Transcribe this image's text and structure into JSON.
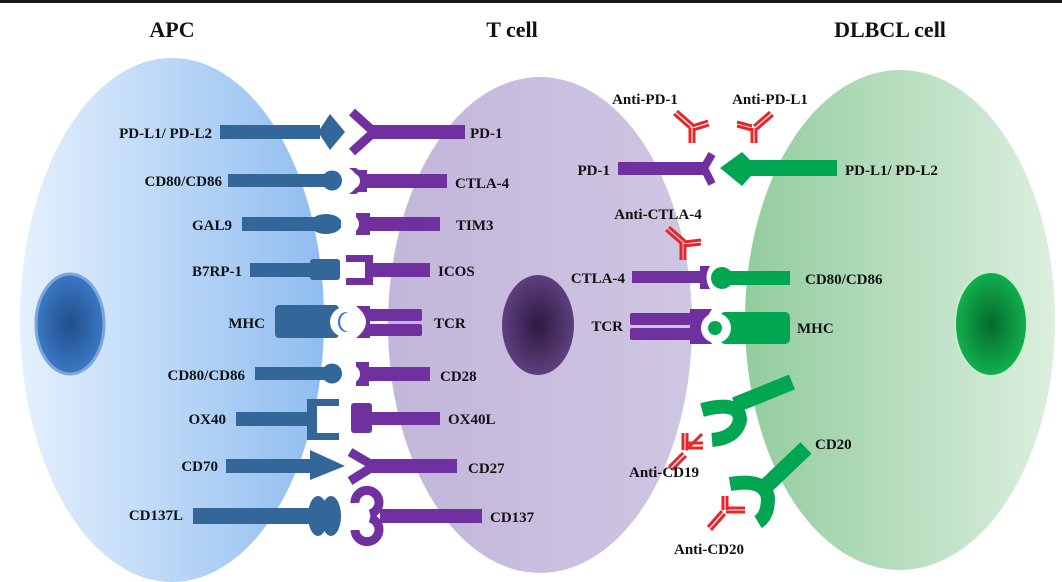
{
  "colors": {
    "apc_ligand": "#336699",
    "tcell_receptor": "#7030a0",
    "dlbcl_ligand": "#00a651",
    "antibody": "#e8262a",
    "apc_cell": "#a9cdf5",
    "tcell_cell": "#c7bcdc",
    "dlbcl_cell": "#a8d8b0"
  },
  "cells": {
    "apc": {
      "title": "APC"
    },
    "tcell": {
      "title": "T cell"
    },
    "dlbcl": {
      "title": "DLBCL cell"
    }
  },
  "apc_tcell_pairs": [
    {
      "ligand": "PD-L1/ PD-L2",
      "receptor": "PD-1",
      "ligand_shape": "diamond",
      "receptor_shape": "fork"
    },
    {
      "ligand": "CD80/CD86",
      "receptor": "CTLA-4",
      "ligand_shape": "knob",
      "receptor_shape": "cup"
    },
    {
      "ligand": "GAL9",
      "receptor": "TIM3",
      "ligand_shape": "knob-oval",
      "receptor_shape": "cup"
    },
    {
      "ligand": "B7RP-1",
      "receptor": "ICOS",
      "ligand_shape": "block",
      "receptor_shape": "bracket"
    },
    {
      "ligand": "MHC",
      "receptor": "TCR",
      "ligand_shape": "mhc",
      "receptor_shape": "tcr"
    },
    {
      "ligand": "CD80/CD86",
      "receptor": "CD28",
      "ligand_shape": "knob",
      "receptor_shape": "cup"
    },
    {
      "ligand": "OX40",
      "receptor": "OX40L",
      "ligand_shape": "bracket",
      "receptor_shape": "block"
    },
    {
      "ligand": "CD70",
      "receptor": "CD27",
      "ligand_shape": "arrow",
      "receptor_shape": "v"
    },
    {
      "ligand": "CD137L",
      "receptor": "CD137",
      "ligand_shape": "double-knob",
      "receptor_shape": "double-cup"
    }
  ],
  "tcell_dlbcl_pairs": [
    {
      "receptor": "PD-1",
      "ligand": "PD-L1/ PD-L2"
    },
    {
      "receptor": "CTLA-4",
      "ligand": "CD80/CD86"
    },
    {
      "receptor": "TCR",
      "ligand": "MHC"
    }
  ],
  "dlbcl_surface": [
    {
      "label": "CD20"
    }
  ],
  "antibodies": [
    {
      "label": "Anti-PD-1",
      "target": "PD-1"
    },
    {
      "label": "Anti-PD-L1",
      "target": "PD-L1"
    },
    {
      "label": "Anti-CTLA-4",
      "target": "CTLA-4"
    },
    {
      "label": "Anti-CD19",
      "target": "CD19"
    },
    {
      "label": "Anti-CD20",
      "target": "CD20"
    }
  ]
}
